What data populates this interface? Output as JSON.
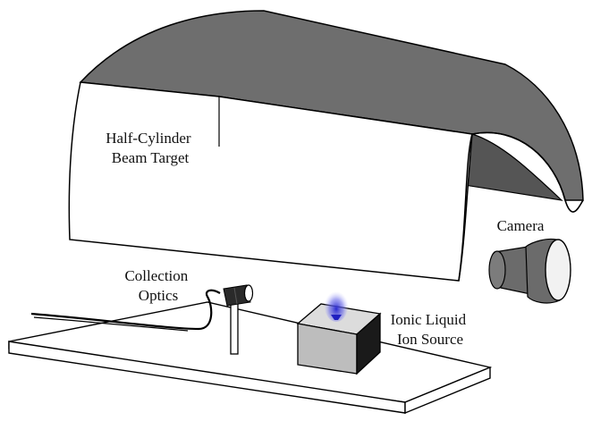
{
  "labels": {
    "beam_target": [
      "Half-Cylinder",
      "Beam Target"
    ],
    "camera": "Camera",
    "collection_optics": [
      "Collection",
      "Optics"
    ],
    "ion_source": [
      "Ionic Liquid",
      "Ion Source"
    ]
  },
  "colors": {
    "target_outer": "#6e6e6e",
    "target_inner": "#555555",
    "camera_body": "#6b6b6b",
    "ion_plume": "#3b3bd8",
    "box_side": "#1a1a1a",
    "box_front": "#bdbdbd",
    "box_top": "#dcdcdc",
    "platform": "#ffffff",
    "outline": "#000000"
  }
}
